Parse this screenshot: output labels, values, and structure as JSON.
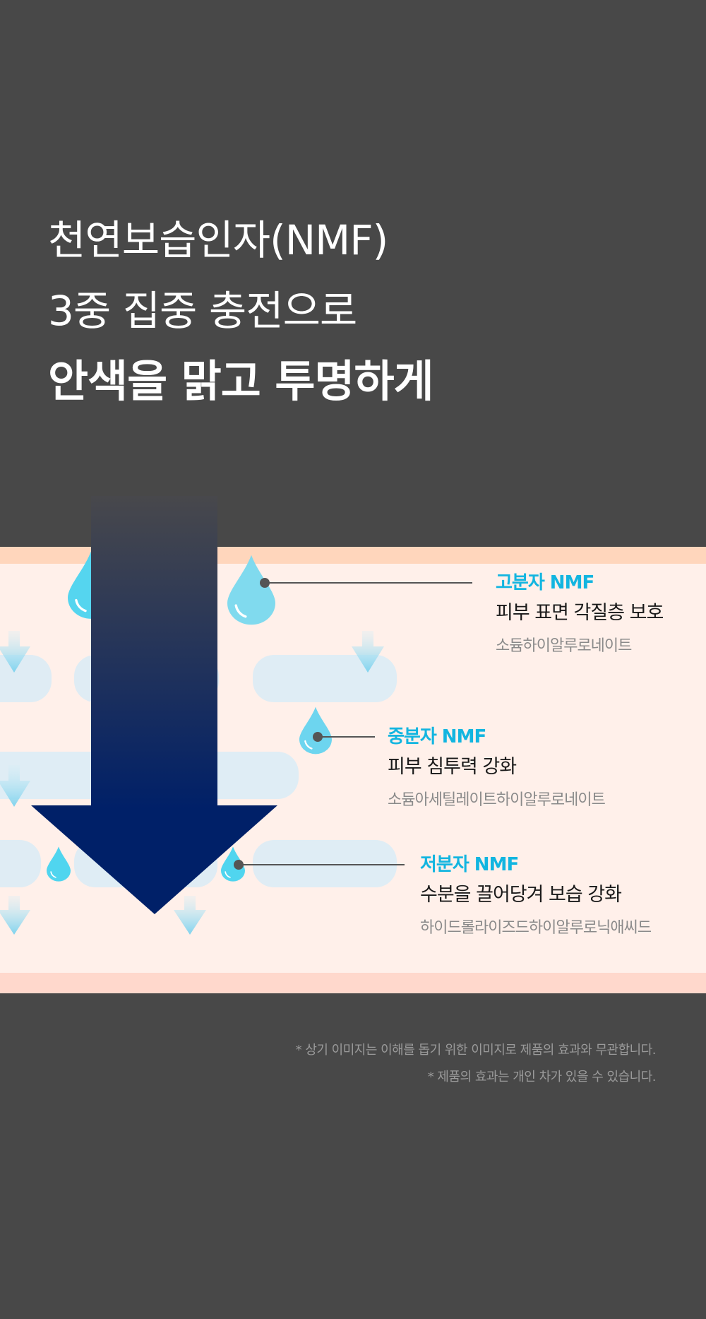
{
  "headline": {
    "line1": "천연보습인자(NMF)",
    "line2": "3중 집중 충전으로",
    "line3": "안색을 맑고 투명하게"
  },
  "colors": {
    "background": "#484848",
    "accent": "#12b5e0",
    "arrow_bottom": "#002068",
    "skin": "#fff0ea"
  },
  "layers": [
    {
      "title": "고분자 NMF",
      "description": "피부 표면 각질층 보호",
      "ingredient": "소듐하이알루로네이트"
    },
    {
      "title": "중분자 NMF",
      "description": "피부 침투력 강화",
      "ingredient": "소듐아세틸레이트하이알루로네이트"
    },
    {
      "title": "저분자 NMF",
      "description": "수분을 끌어당겨 보습 강화",
      "ingredient": "하이드롤라이즈드하이알루로닉애씨드"
    }
  ],
  "footer": {
    "note1": "* 상기 이미지는 이해를 돕기 위한 이미지로 제품의 효과와 무관합니다.",
    "note2": "* 제품의 효과는 개인 차가 있을 수 있습니다."
  }
}
